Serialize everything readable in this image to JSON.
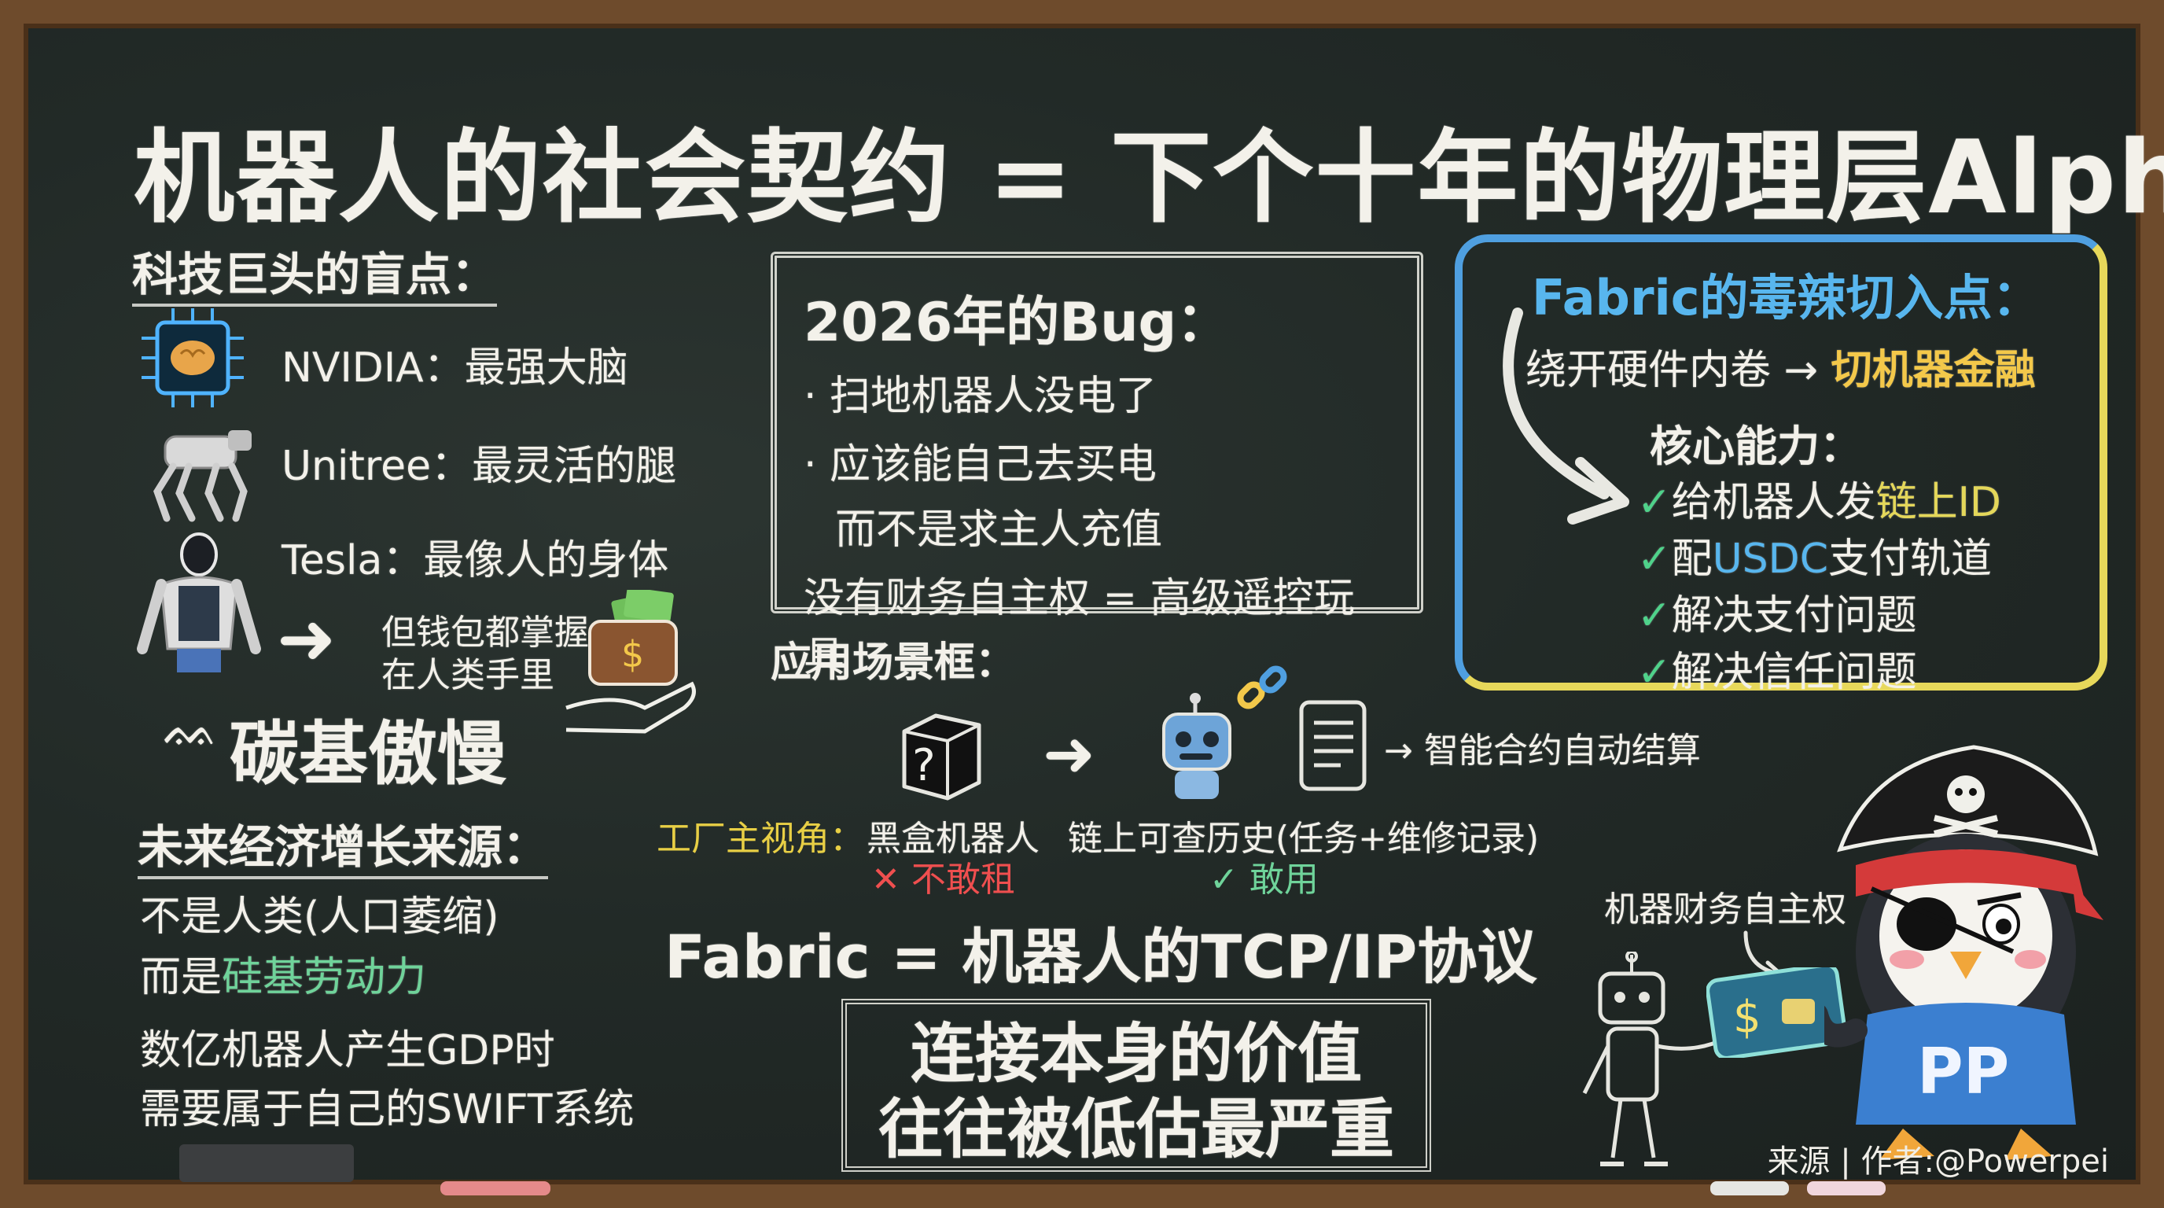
{
  "title": "机器人的社会契约 = 下个十年的物理层Alpha",
  "left": {
    "blindspot_heading": "科技巨头的盲点：",
    "items": [
      {
        "label": "NVIDIA：最强大脑",
        "icon": "brain-chip-icon"
      },
      {
        "label": "Unitree：最灵活的腿",
        "icon": "robot-dog-icon"
      },
      {
        "label": "Tesla：最像人的身体",
        "icon": "humanoid-robot-icon"
      }
    ],
    "wallet_line1": "但钱包都掌握",
    "wallet_line2": "在人类手里",
    "carbon_pride": "碳基傲慢",
    "growth_heading": "未来经济增长来源：",
    "growth_line1": "不是人类(人口萎缩)",
    "growth_line2_prefix": "而是",
    "growth_line2_highlight": "硅基劳动力",
    "gdp_line1": "数亿机器人产生GDP时",
    "gdp_line2": "需要属于自己的SWIFT系统"
  },
  "bug": {
    "heading": "2026年的Bug：",
    "line1": "· 扫地机器人没电了",
    "line2": "· 应该能自己去买电",
    "line3": "而不是求主人充值",
    "line4": "没有财务自主权 = 高级遥控玩具"
  },
  "fabric": {
    "heading": "Fabric的毒辣切入点：",
    "line1_prefix": "绕开硬件内卷 → ",
    "line1_highlight": "切机器金融",
    "core_heading": "核心能力：",
    "abilities": [
      {
        "prefix": "给机器人发",
        "highlight": "链上ID"
      },
      {
        "prefix": "配",
        "highlight": "USDC",
        "suffix": "支付轨道"
      },
      {
        "prefix": "解决支付问题"
      },
      {
        "prefix": "解决信任问题"
      }
    ],
    "check": "✓"
  },
  "scenario": {
    "heading": "应用场景框：",
    "contract_label": "→ 智能合约自动结算",
    "factory_label": "工厂主视角：",
    "blackbox_label": "黑盒机器人",
    "blackbox_verdict": "✕ 不敢租",
    "history_label": "链上可查历史(任务+维修记录)",
    "history_verdict": "✓ 敢用",
    "question_mark": "?"
  },
  "tcp": "Fabric = 机器人的TCP/IP协议",
  "value_line1": "连接本身的价值",
  "value_line2": "往往被低估最严重",
  "penguin": {
    "label": "机器财务自主权",
    "shirt": "PP",
    "card_symbol": "$"
  },
  "source": "来源 | 作者:@Powerpei",
  "colors": {
    "board": "#222a27",
    "frame": "#6e4b2c",
    "green": "#6fd39a",
    "gold": "#f3c84a",
    "blue": "#58b6ee",
    "red": "#ef4f4f"
  }
}
